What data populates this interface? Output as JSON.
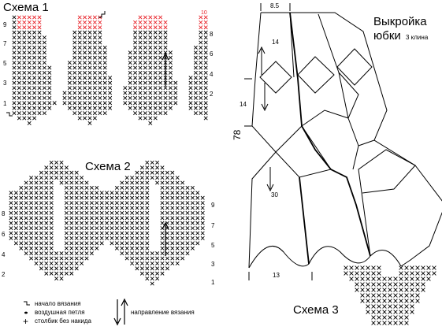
{
  "scheme1": {
    "title": "Схема 1",
    "left_rows": [
      "9",
      "7",
      "5",
      "3",
      "1"
    ],
    "right_rows": [
      "8",
      "6",
      "4",
      "2"
    ],
    "marker": "10"
  },
  "scheme2": {
    "title": "Схема 2",
    "left_rows": [
      "8",
      "6",
      "4",
      "2"
    ],
    "right_rows": [
      "9",
      "7",
      "5",
      "3",
      "1"
    ]
  },
  "scheme3": {
    "title": "Схема 3"
  },
  "pattern": {
    "title": "Выкройка",
    "title2": "юбки",
    "subtitle": "3 клина",
    "dims": {
      "top": "8.5",
      "upper": "14",
      "middle": "14",
      "height": "78",
      "lower": "30",
      "bottom": "13"
    }
  },
  "legend": {
    "start": "начало вязания",
    "chain": "воздушная петля",
    "sc": "столбик без накида",
    "direction": "направление вязания"
  },
  "colors": {
    "ink": "#000000",
    "accent": "#e8232a"
  }
}
